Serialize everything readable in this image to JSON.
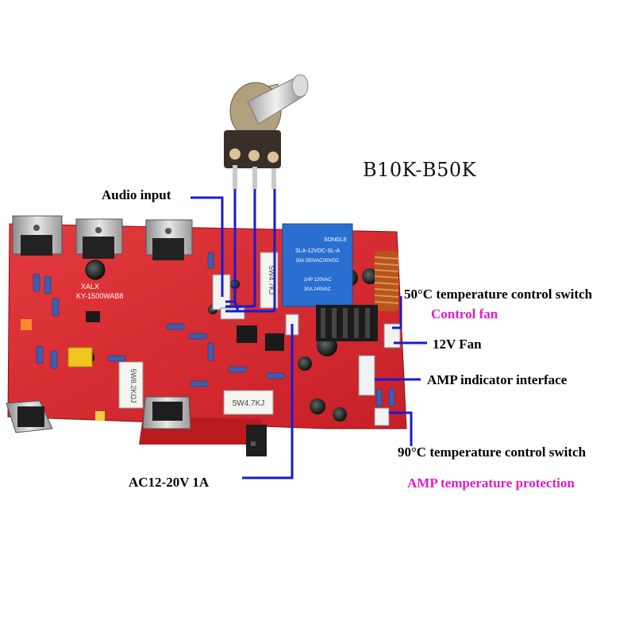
{
  "model_label": "B10K-B50K",
  "labels": {
    "audio_input": "Audio input",
    "temp50": "50°C temperature control switch",
    "control_fan": "Control fan",
    "fan12v": "12V  Fan",
    "amp_indicator": "AMP indicator interface",
    "temp90": "90°C temperature control switch",
    "amp_protect": "AMP temperature protection",
    "ac_input": "AC12-20V 1A"
  },
  "board": {
    "silk_model": "KY-1500WAB8",
    "silk_brand": "XALX",
    "resistor_1": "5W8.2KΩJ",
    "resistor_2": "5W4.7KJ",
    "resistor_3": "5W4.7KJ",
    "relay_brand": "SONGLE",
    "relay_model": "SLA-12VDC-SL-A",
    "relay_spec_1": "30A 250VAC/30VDC",
    "relay_spec_2": "1HP 120VAC",
    "relay_spec_3": "30A 240VAC"
  },
  "colors": {
    "pcb": "#d7252c",
    "leader": "#1a1ad0",
    "pink": "#e619c7",
    "relay": "#2a6fd0"
  }
}
